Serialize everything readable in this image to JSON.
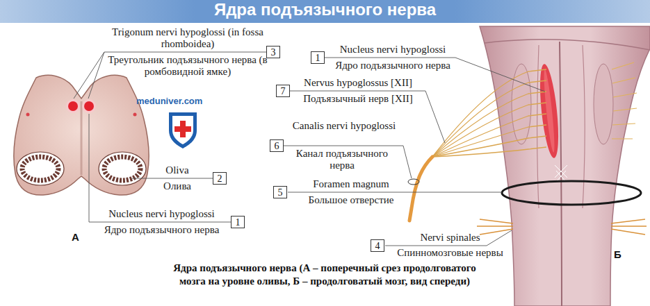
{
  "diagram": {
    "title": "Ядра подъязычного нерва",
    "caption": "Ядра подъязычного нерва (А – поперечный срез продолговатого мозга на уровне оливы, Б – продолговатый мозг, вид спереди)",
    "nodes": [
      {
        "text": [
          "3"
        ]
      },
      {
        "text": [
          "1"
        ]
      },
      {
        "text": [
          "7"
        ]
      },
      {
        "text": [
          "6"
        ]
      },
      {
        "text": [
          "2"
        ]
      },
      {
        "text": [
          "5"
        ]
      },
      {
        "text": [
          "1"
        ]
      },
      {
        "text": [
          "4"
        ]
      }
    ],
    "labels": [
      "Trigonum nervi hypoglossi (in fossa rhomboidea)",
      "Треугольник подъязычного нерва (в ромбовидной ямке)",
      "Nucleus nervi hypoglossi",
      "Ядро подъязычного нерва",
      "Nervus hypoglossus [XII]",
      "Подъязычный нерв [XII]",
      "Canalis nervi hypoglossi",
      "Канал подъязычного нерва",
      "Oliva",
      "Олива",
      "Foramen magnum",
      "Большое отверстие",
      "Nucleus nervi hypoglossi",
      "Ядро подъязычного нерва",
      "Nervi spinales",
      "Спинномозговые нервы",
      "meduniver.com",
      "А",
      "Б"
    ]
  }
}
